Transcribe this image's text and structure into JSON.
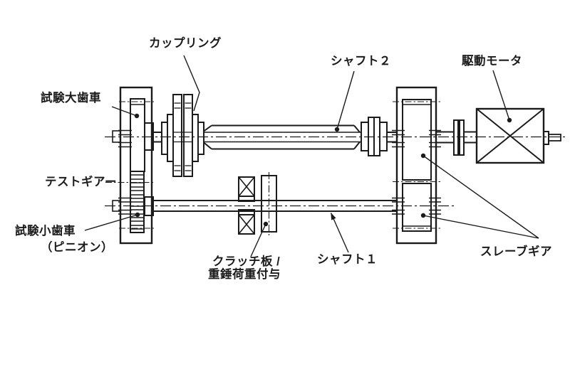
{
  "diagram": {
    "labels": {
      "test_large_gear": "試験大歯車",
      "coupling": "カップリング",
      "shaft2": "シャフト２",
      "drive_motor": "駆動モータ",
      "test_gear": "テストギアー",
      "test_pinion_line1": "試験小歯車",
      "test_pinion_line2": "（ピニオン）",
      "clutch_line1": "クラッチ板 /",
      "clutch_line2": "重錘荷重付与",
      "shaft1": "シャフト１",
      "slave_gear": "スレーブギア"
    },
    "colors": {
      "line": "#1b1b1b",
      "background": "#ffffff",
      "text": "#1b1b1b"
    }
  }
}
